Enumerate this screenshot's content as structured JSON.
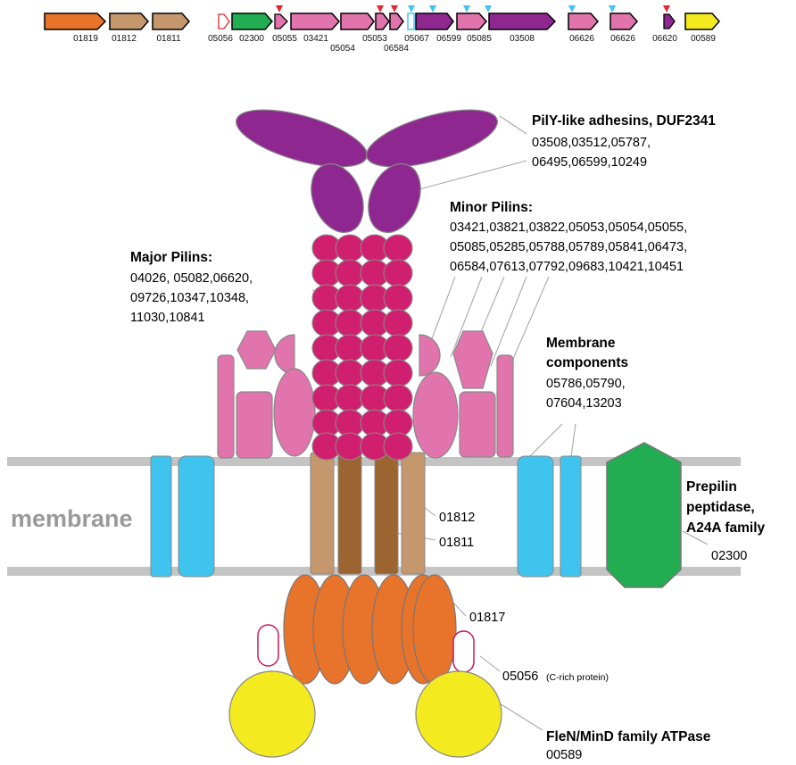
{
  "colors": {
    "orange": "#e8732a",
    "tan": "#c4976d",
    "brown": "#9b6430",
    "green": "#23ad52",
    "pink": "#e174ad",
    "magenta": "#d01f6e",
    "purple": "#8f2790",
    "yellow": "#f3ea20",
    "cyan": "#3fc4ef",
    "red": "#e8242d",
    "membrane": "#c4c4c4",
    "membrane_text": "#9a9a9a"
  },
  "gene_track": {
    "genes": [
      {
        "id": "g01819",
        "label": "01819",
        "color": "orange"
      },
      {
        "id": "g01812",
        "label": "01812",
        "color": "tan"
      },
      {
        "id": "g01811",
        "label": "01811",
        "color": "tan"
      },
      {
        "id": "g05056",
        "label": "05056",
        "color": "white-red"
      },
      {
        "id": "g02300",
        "label": "02300",
        "color": "green"
      },
      {
        "id": "g05055",
        "label": "05055",
        "color": "pink"
      },
      {
        "id": "g03421",
        "label": "03421",
        "color": "pink"
      },
      {
        "id": "g05054",
        "label": "05054",
        "color": "pink"
      },
      {
        "id": "g05053",
        "label": "05053",
        "color": "pink"
      },
      {
        "id": "g06584",
        "label": "06584",
        "color": "pink"
      },
      {
        "id": "g05067",
        "label": "05067",
        "color": "white-cyan"
      },
      {
        "id": "g06599",
        "label": "06599",
        "color": "purple"
      },
      {
        "id": "g05085",
        "label": "05085",
        "color": "pink"
      },
      {
        "id": "g03508",
        "label": "03508",
        "color": "purple"
      },
      {
        "id": "g06626a",
        "label": "06626",
        "color": "pink"
      },
      {
        "id": "g06626b",
        "label": "06626",
        "color": "pink"
      },
      {
        "id": "g06620",
        "label": "06620",
        "color": "purple"
      },
      {
        "id": "g00589",
        "label": "00589",
        "color": "yellow"
      }
    ]
  },
  "labels": {
    "pily_title": "PilY-like adhesins, DUF2341",
    "pily_ids_1": "03508,03512,05787,",
    "pily_ids_2": "06495,06599,10249",
    "minor_title": "Minor Pilins:",
    "minor_ids_1": "03421,03821,03822,05053,05054,05055,",
    "minor_ids_2": "05085,05285,05788,05789,05841,06473,",
    "minor_ids_3": "06584,07613,07792,09683,10421,10451",
    "major_title": "Major Pilins:",
    "major_ids_1": "04026, 05082,06620,",
    "major_ids_2": "09726,10347,10348,",
    "major_ids_3": "11030,10841",
    "membrane_comp_title_1": "Membrane",
    "membrane_comp_title_2": "components",
    "membrane_comp_ids_1": "05786,05790,",
    "membrane_comp_ids_2": "07604,13203",
    "membrane_word": "membrane",
    "prepilin_title_1": "Prepilin",
    "prepilin_title_2": "peptidase,",
    "prepilin_title_3": "A24A family",
    "prepilin_id": "02300",
    "tan_id_1": "01812",
    "tan_id_2": "01811",
    "orange_id": "01817",
    "crich_id": "05056",
    "crich_note": "(C-rich protein)",
    "atpase_title": "FleN/MinD family ATPase",
    "atpase_id": "00589"
  }
}
